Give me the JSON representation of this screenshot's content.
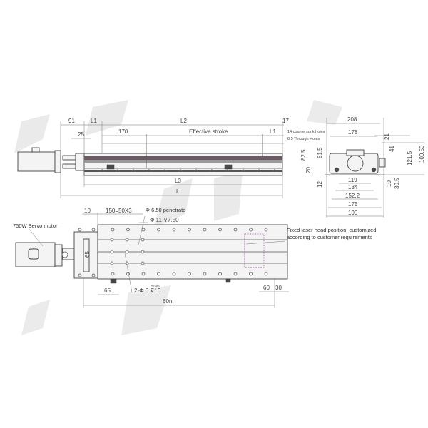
{
  "top_view": {
    "dim_91": "91",
    "dim_l1_left": "L1",
    "dim_l2": "L2",
    "dim_17": "17",
    "dim_25": "25",
    "dim_170": "170",
    "effective_stroke": "Effective stroke",
    "dim_l1_right": "L1",
    "dim_l3": "L3",
    "dim_l": "L"
  },
  "side_view": {
    "dim_208": "208",
    "dim_178": "178",
    "holes_note_1": "14 countersunk holes",
    "holes_note_2": "8.5 Through Holes",
    "dim_82_5": "82.5",
    "dim_61_5": "61.5",
    "dim_20": "20",
    "dim_12": "12",
    "dim_21": "21",
    "dim_41": "41",
    "dim_121_5": "121.5",
    "dim_100_50": "100.50",
    "dim_10": "10",
    "dim_30_5": "30.5",
    "dim_119": "119",
    "dim_134": "134",
    "dim_152_2": "152.2",
    "dim_175": "175",
    "dim_190": "190"
  },
  "bottom_view": {
    "dim_10": "10",
    "dim_150": "150=50X3",
    "hole_penetrate": "Φ 6.50 penetrate",
    "hole_counterbore": "Φ 11 ⊽7.50",
    "motor_label": "750W Servo motor",
    "laser_note_1": "Fixed laser head position, customized",
    "laser_note_2": "according to customer requirements",
    "dim_65_vertical": "65",
    "dim_65": "65",
    "pin_hole": "2-Φ 6 ⊽10",
    "pin_tol": "+0.05 0",
    "dim_60": "60",
    "dim_30": "30",
    "dim_60n": "60n"
  }
}
